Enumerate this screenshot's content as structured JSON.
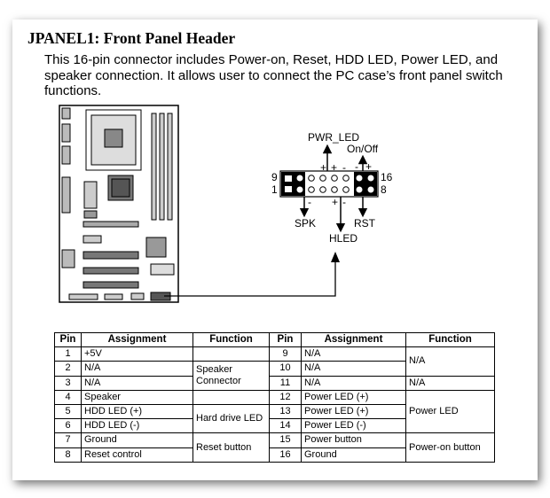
{
  "header": {
    "title": "JPANEL1: Front Panel Header",
    "description": "This 16-pin connector includes Power-on, Reset, HDD LED, Power LED, and speaker connection. It allows user to connect the PC case’s front panel switch functions."
  },
  "diagram": {
    "pwr_led": "PWR_LED",
    "on_off": "On/Off",
    "spk": "SPK",
    "rst": "RST",
    "hled": "HLED",
    "pin_9": "9",
    "pin_1": "1",
    "pin_16": "16",
    "pin_8": "8",
    "plus_top_1": "+",
    "plus_top_2": "+",
    "minus_top_1": "-",
    "minus_top_2": "-",
    "plus_right": "+",
    "minus_bottom_1": "-",
    "plus_bottom": "+",
    "minus_bottom_2": "-"
  },
  "table": {
    "headers": [
      "Pin",
      "Assignment",
      "Function",
      "Pin",
      "Assignment",
      "Function"
    ],
    "left_rows": [
      {
        "pin": "1",
        "assignment": "+5V"
      },
      {
        "pin": "2",
        "assignment": "N/A"
      },
      {
        "pin": "3",
        "assignment": "N/A"
      },
      {
        "pin": "4",
        "assignment": "Speaker"
      },
      {
        "pin": "5",
        "assignment": "HDD LED (+)"
      },
      {
        "pin": "6",
        "assignment": "HDD LED (-)"
      },
      {
        "pin": "7",
        "assignment": "Ground"
      },
      {
        "pin": "8",
        "assignment": "Reset control"
      }
    ],
    "left_functions": {
      "speaker": "Speaker Connector",
      "hdd": "Hard drive LED",
      "reset": "Reset button"
    },
    "right_rows": [
      {
        "pin": "9",
        "assignment": "N/A"
      },
      {
        "pin": "10",
        "assignment": "N/A"
      },
      {
        "pin": "11",
        "assignment": "N/A"
      },
      {
        "pin": "12",
        "assignment": "Power LED (+)"
      },
      {
        "pin": "13",
        "assignment": "Power LED (+)"
      },
      {
        "pin": "14",
        "assignment": "Power LED (-)"
      },
      {
        "pin": "15",
        "assignment": "Power button"
      },
      {
        "pin": "16",
        "assignment": "Ground"
      }
    ],
    "right_functions": {
      "na_9_10": "N/A",
      "na_11": "N/A",
      "power_led": "Power LED",
      "power_on": "Power-on button"
    }
  }
}
